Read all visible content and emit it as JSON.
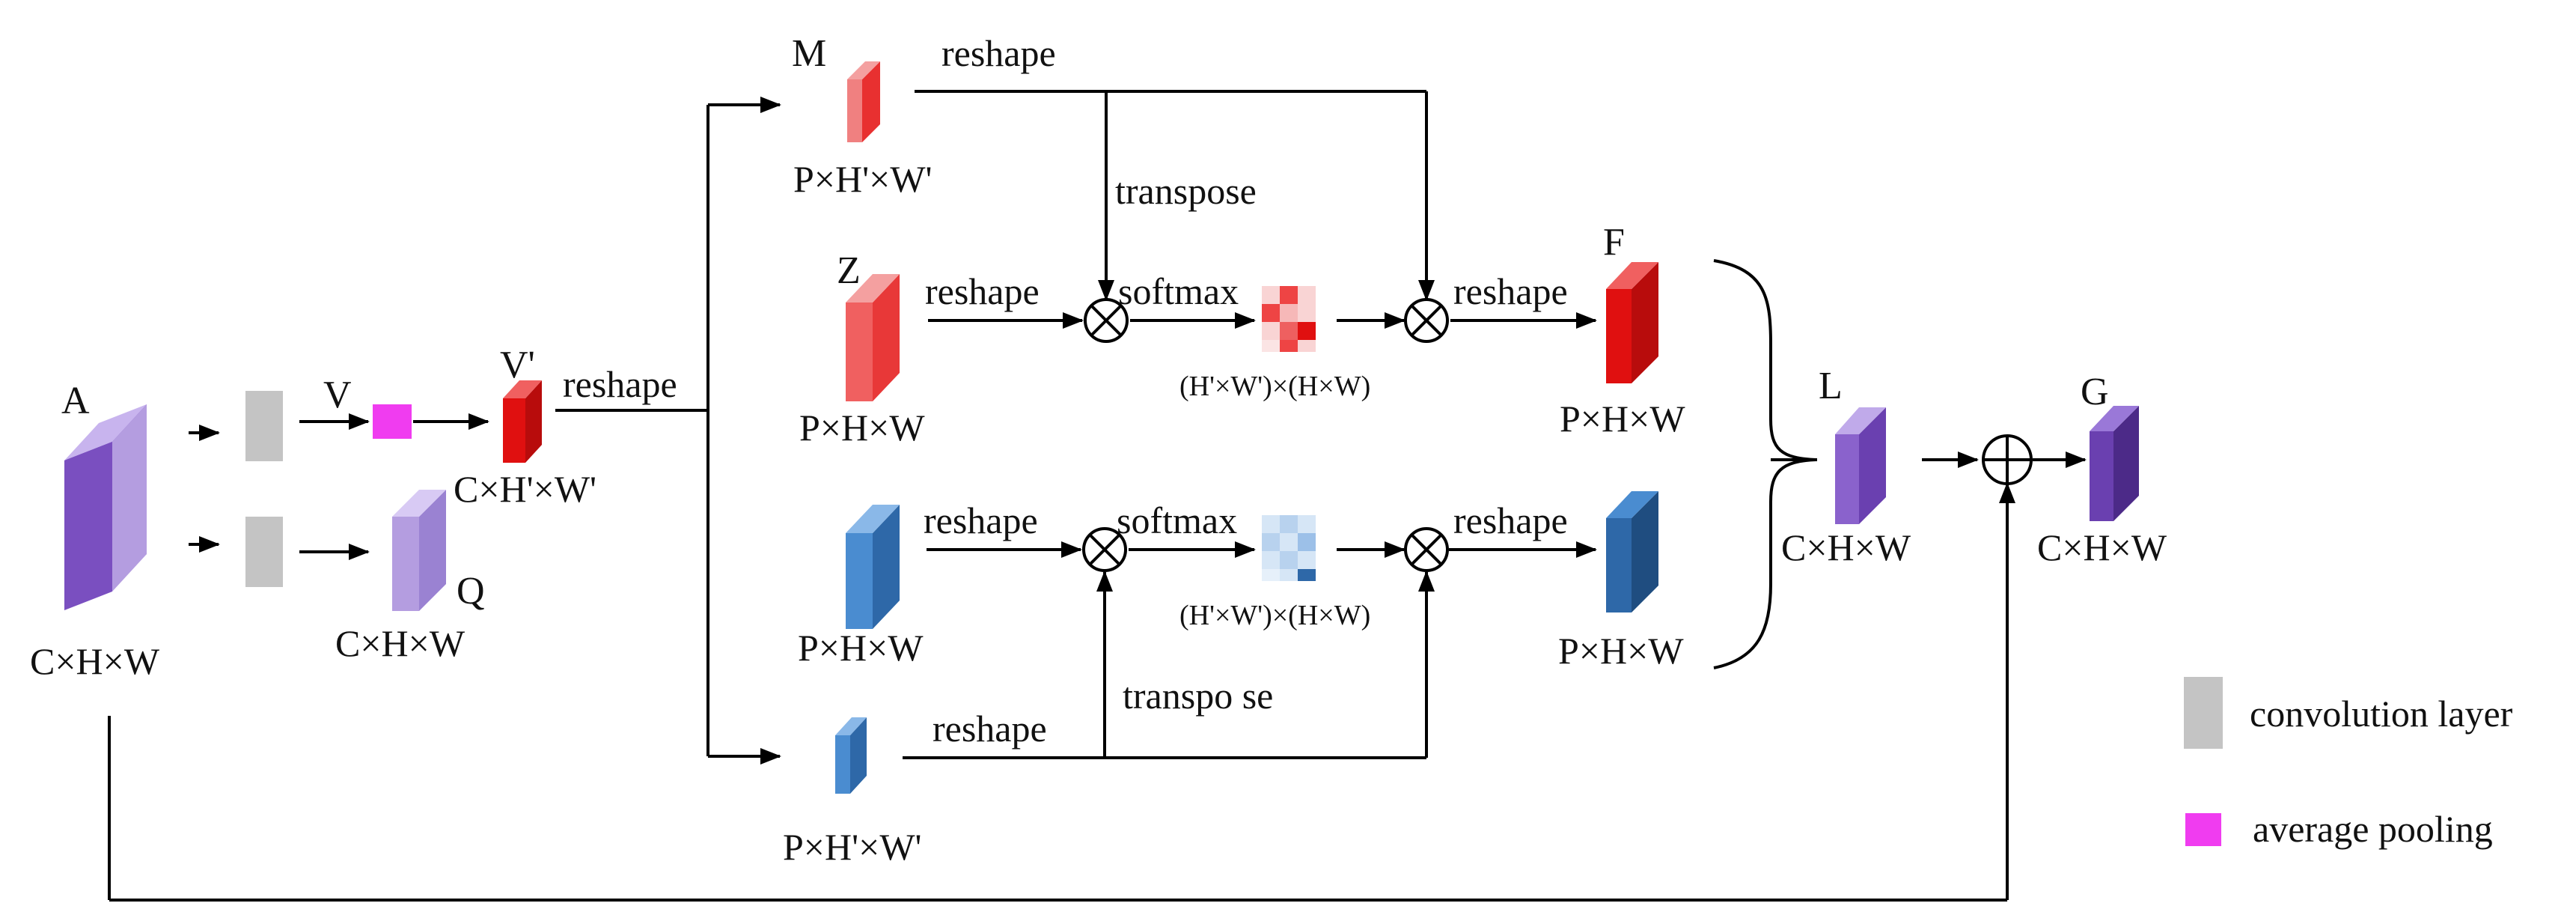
{
  "colors": {
    "purple": "#7a4fc0",
    "lavender": "#b49de0",
    "red": "#e8282a",
    "pink": "#f06060",
    "blue": "#4a8cd0",
    "darkblue": "#2e68a8",
    "gray": "#c4c4c4",
    "magenta": "#f03cf0"
  },
  "labels": {
    "A": "A",
    "A_dim": "C×H×W",
    "V": "V",
    "V_prime": "V'",
    "V_prime_dim": "C×H'×W'",
    "Q": "Q",
    "Q_dim": "C×H×W",
    "M": "M",
    "M_dim": "P×H'×W'",
    "Z": "Z",
    "Z_dim": "P×H×W",
    "blue_dim": "P×H×W",
    "small_blue_dim": "P×H'×W'",
    "F": "F",
    "F_dim": "P×H×W",
    "blue_out_dim": "P×H×W",
    "L": "L",
    "L_dim": "C×H×W",
    "G": "G",
    "G_dim": "C×H×W",
    "reshape": "reshape",
    "transpose": "transpose",
    "transpose_lower": "transpo se",
    "softmax": "softmax",
    "attn_dim": "(H'×W')×(H×W)"
  },
  "legend": {
    "conv": "convolution layer",
    "pool": "average pooling"
  }
}
